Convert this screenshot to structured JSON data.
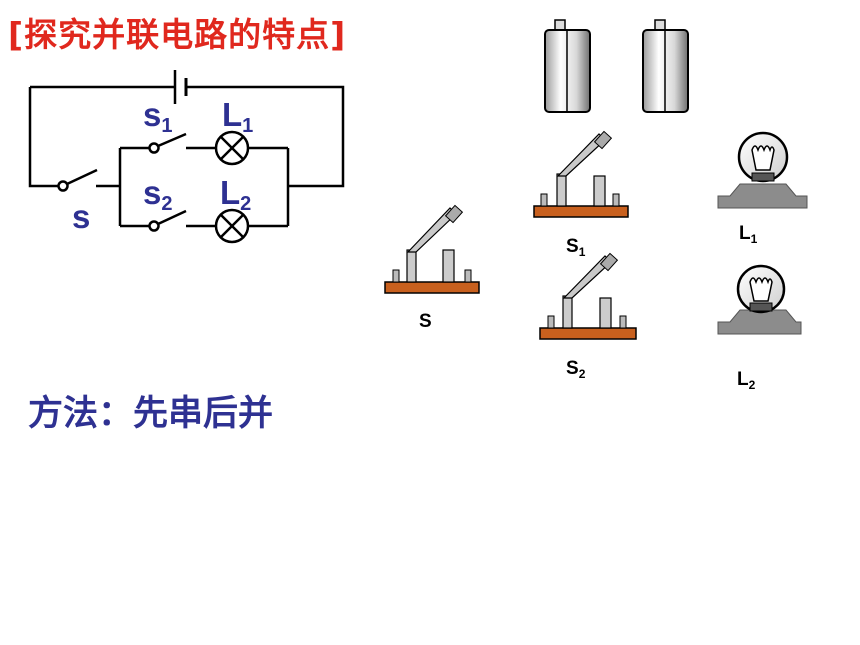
{
  "title": "[探究并联电路的特点]",
  "method": "方法：先串后并",
  "circuit_labels": {
    "s": "s",
    "s1_main": "s",
    "s1_sub": "1",
    "s2_main": "s",
    "s2_sub": "2",
    "l1_main": "L",
    "l1_sub": "1",
    "l2_main": "L",
    "l2_sub": "2"
  },
  "components": {
    "switch_s": "S",
    "switch_s1_main": "S",
    "switch_s1_sub": "1",
    "switch_s2_main": "S",
    "switch_s2_sub": "2",
    "lamp_l1_main": "L",
    "lamp_l1_sub": "1",
    "lamp_l2_main": "L",
    "lamp_l2_sub": "2"
  },
  "colors": {
    "title": "#e0281e",
    "text": "#2e3192",
    "base": "#c8601e"
  }
}
